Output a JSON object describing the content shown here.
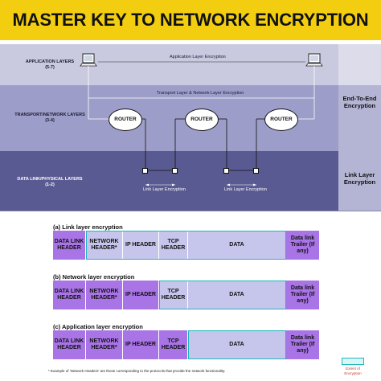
{
  "title": "MASTER KEY TO NETWORK ENCRYPTION",
  "layers": {
    "application": {
      "name": "APPLICATION LAYERS",
      "range": "(5-7)"
    },
    "transport": {
      "name": "TRANSPORT/NETWORK LAYERS",
      "range": "(3-4)"
    },
    "link": {
      "name": "DATA LINK/PHYSICAL LAYERS",
      "range": "(1-2)"
    }
  },
  "right_labels": {
    "end_to_end": [
      "End-To-End",
      "Encryption"
    ],
    "link_layer": [
      "Link Layer",
      "Encryption"
    ]
  },
  "diagram_labels": {
    "application_encryption": "Application Layer Encryption",
    "transport_network_encryption": "Transport Layer & Network Layer Encryption",
    "link_encryption_1": "Link Layer Encryption",
    "link_encryption_2": "Link Layer Encryption",
    "router": "ROUTER"
  },
  "sections": [
    {
      "title": "(a) Link layer encryption",
      "cells": [
        "DATA LINK HEADER",
        "NETWORK HEADER*",
        "IP HEADER",
        "TCP HEADER",
        "DATA",
        "Data link Trailer (If any)"
      ],
      "encrypted_from": 1,
      "encrypted_to": 4
    },
    {
      "title": "(b) Network layer encryption",
      "cells": [
        "DATA LINK HEADER",
        "NETWORK HEADER*",
        "IP HEADER",
        "TCP HEADER",
        "DATA",
        "Data link Trailer (If any)"
      ],
      "encrypted_from": 3,
      "encrypted_to": 4
    },
    {
      "title": "(c) Application layer encryption",
      "cells": [
        "DATA LINK HEADER",
        "NETWORK HEADER*",
        "IP HEADER",
        "TCP HEADER",
        "DATA",
        "Data link Trailer (If any)"
      ],
      "encrypted_from": 4,
      "encrypted_to": 4
    }
  ],
  "footnote": "* Example of 'Network Headers' are those corresponding to the protocols that provide the network functionality.",
  "legend": {
    "label_line1": "Extent of",
    "label_line2": "Encryption"
  },
  "colors": {
    "title_bg": "#f3ce10",
    "header_purple": "#a874e6",
    "field_lavender": "#c6c6ec",
    "encryption_teal": "#1fb7b7"
  }
}
